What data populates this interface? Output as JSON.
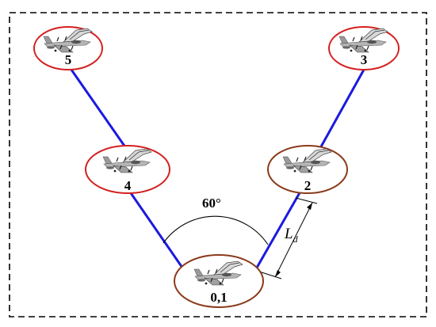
{
  "diagram": {
    "angle_label": "60°",
    "distance_label": "L",
    "distance_subscript": "d",
    "colors": {
      "frame": "#000000",
      "link": "#1a1adf",
      "leader_ring": "#8b3a1a",
      "follower_ring": "#d42020",
      "aircraft_body": "#9a9a9a",
      "aircraft_dark": "#333333"
    },
    "nodes": [
      {
        "id": "n01",
        "label": "0,1",
        "role": "leader"
      },
      {
        "id": "n2",
        "label": "2",
        "role": "follower-mid"
      },
      {
        "id": "n3",
        "label": "3",
        "role": "follower"
      },
      {
        "id": "n4",
        "label": "4",
        "role": "follower-mid"
      },
      {
        "id": "n5",
        "label": "5",
        "role": "follower"
      }
    ]
  }
}
